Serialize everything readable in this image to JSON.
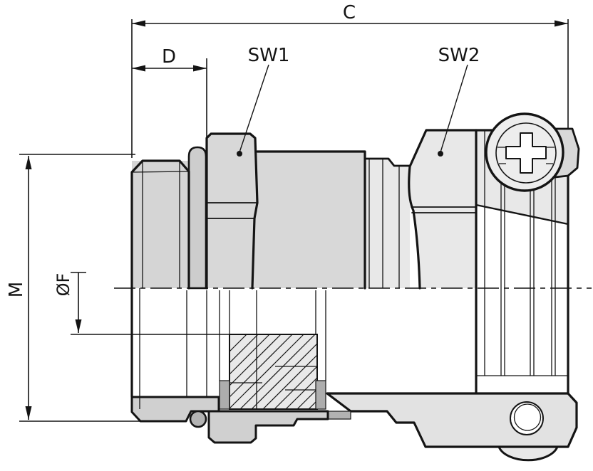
{
  "title": "Cable gland dimensional cross-section drawing",
  "labels": {
    "overall_length": "C",
    "thread_length": "D",
    "wrench_flat_1": "SW1",
    "wrench_flat_2": "SW2",
    "thread_diameter": "M",
    "inner_diameter": "ØF"
  },
  "colors": {
    "line": "#141414",
    "body_light": "#e8e8e8",
    "body_mid": "#d6d6d6",
    "body_dark": "#b0b0b0",
    "seal_hatch_bg": "#e9e9e9",
    "background": "#ffffff"
  }
}
